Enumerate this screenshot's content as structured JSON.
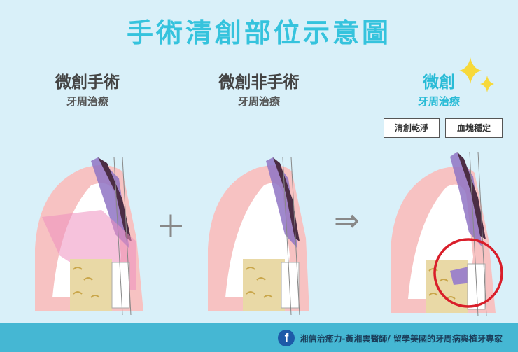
{
  "title": "手術清創部位示意圖",
  "columns": [
    {
      "title": "微創手術",
      "subtitle": "牙周治療"
    },
    {
      "title": "微創非手術",
      "subtitle": "牙周治療"
    },
    {
      "title": "微創",
      "subtitle": "牙周治療"
    }
  ],
  "tags": [
    "清創乾淨",
    "血塊穩定"
  ],
  "operators": {
    "plus": "＋",
    "arrow": "⇒"
  },
  "footer": {
    "icon_letter": "f",
    "text": "湘信治癒力-黃湘雲醫師/ 留學美國的牙周病與植牙專家"
  },
  "colors": {
    "title": "#35c3dd",
    "highlight": "#28bbd6",
    "footer_bg": "#45b7d3",
    "circle": "#d91e2a"
  }
}
